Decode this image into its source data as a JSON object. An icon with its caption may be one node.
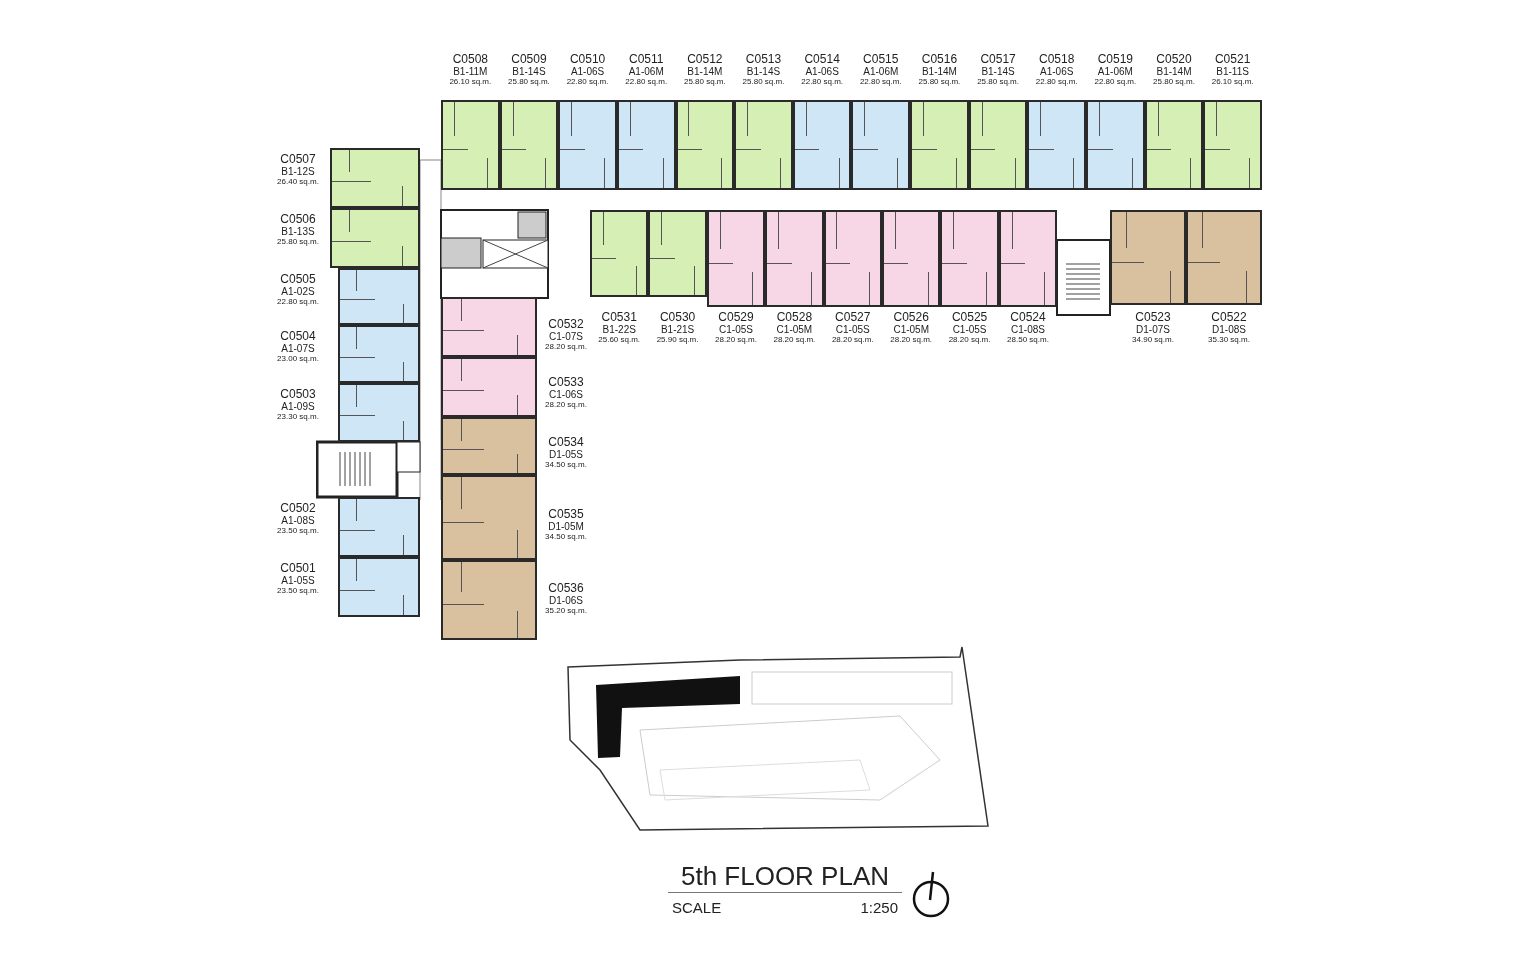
{
  "diagram": {
    "title": "5th FLOOR PLAN",
    "nodes": [
      {
        "text": [
          "C0508",
          "B1-11M",
          "26.10 sq.m."
        ]
      },
      {
        "text": [
          "C0509",
          "B1-14S",
          "25.80 sq.m."
        ]
      },
      {
        "text": [
          "C0510",
          "A1-06S",
          "22.80 sq.m."
        ]
      },
      {
        "text": [
          "C0511",
          "A1-06M",
          "22.80 sq.m."
        ]
      },
      {
        "text": [
          "C0512",
          "B1-14M",
          "25.80 sq.m."
        ]
      },
      {
        "text": [
          "C0513",
          "B1-14S",
          "25.80 sq.m."
        ]
      },
      {
        "text": [
          "C0514",
          "A1-06S",
          "22.80 sq.m."
        ]
      },
      {
        "text": [
          "C0515",
          "A1-06M",
          "22.80 sq.m."
        ]
      },
      {
        "text": [
          "C0516",
          "B1-14M",
          "25.80 sq.m."
        ]
      },
      {
        "text": [
          "C0517",
          "B1-14S",
          "25.80 sq.m."
        ]
      },
      {
        "text": [
          "C0518",
          "A1-06S",
          "22.80 sq.m."
        ]
      },
      {
        "text": [
          "C0519",
          "A1-06M",
          "22.80 sq.m."
        ]
      },
      {
        "text": [
          "C0520",
          "B1-14M",
          "25.80 sq.m."
        ]
      },
      {
        "text": [
          "C0521",
          "B1-11S",
          "26.10 sq.m."
        ]
      },
      {
        "text": [
          "C0507",
          "B1-12S",
          "26.40 sq.m."
        ]
      },
      {
        "text": [
          "C0506",
          "B1-13S",
          "25.80 sq.m."
        ]
      },
      {
        "text": [
          "C0505",
          "A1-02S",
          "22.80 sq.m."
        ]
      },
      {
        "text": [
          "C0504",
          "A1-07S",
          "23.00 sq.m."
        ]
      },
      {
        "text": [
          "C0503",
          "A1-09S",
          "23.30 sq.m."
        ]
      },
      {
        "text": [
          "C0502",
          "A1-08S",
          "23.50 sq.m."
        ]
      },
      {
        "text": [
          "C0501",
          "A1-05S",
          "23.50 sq.m."
        ]
      },
      {
        "text": [
          "C0531",
          "B1-22S",
          "25.60 sq.m."
        ]
      },
      {
        "text": [
          "C0530",
          "B1-21S",
          "25.90 sq.m."
        ]
      },
      {
        "text": [
          "C0529",
          "C1-05S",
          "28.20 sq.m."
        ]
      },
      {
        "text": [
          "C0528",
          "C1-05M",
          "28.20 sq.m."
        ]
      },
      {
        "text": [
          "C0527",
          "C1-05S",
          "28.20 sq.m."
        ]
      },
      {
        "text": [
          "C0526",
          "C1-05M",
          "28.20 sq.m."
        ]
      },
      {
        "text": [
          "C0525",
          "C1-05S",
          "28.20 sq.m."
        ]
      },
      {
        "text": [
          "C0524",
          "C1-08S",
          "28.50 sq.m."
        ]
      },
      {
        "text": [
          "C0523",
          "D1-07S",
          "34.90 sq.m."
        ]
      },
      {
        "text": [
          "C0522",
          "D1-08S",
          "35.30 sq.m."
        ]
      },
      {
        "text": [
          "C0532",
          "C1-07S",
          "28.20 sq.m."
        ]
      },
      {
        "text": [
          "C0533",
          "C1-06S",
          "28.20 sq.m."
        ]
      },
      {
        "text": [
          "C0534",
          "D1-05S",
          "34.50 sq.m."
        ]
      },
      {
        "text": [
          "C0535",
          "D1-05M",
          "34.50 sq.m."
        ]
      },
      {
        "text": [
          "C0536",
          "D1-06S",
          "35.20 sq.m."
        ]
      }
    ],
    "labels": [
      "SCALE",
      "1:250"
    ]
  }
}
